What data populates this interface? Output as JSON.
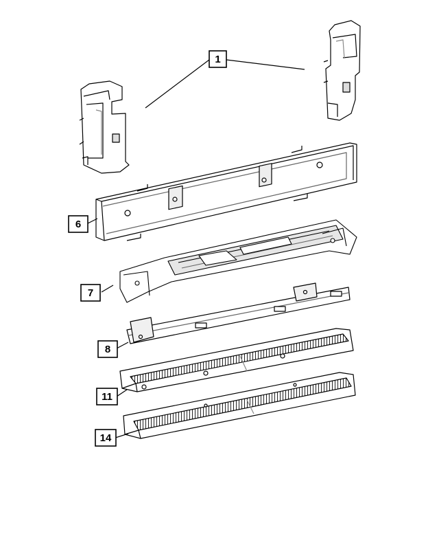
{
  "callouts": [
    {
      "label": "1"
    },
    {
      "label": "6"
    },
    {
      "label": "7"
    },
    {
      "label": "8"
    },
    {
      "label": "11"
    },
    {
      "label": "14"
    }
  ],
  "parts": [
    {
      "icon": "left-corner-bumper-icon"
    },
    {
      "icon": "right-corner-bumper-icon"
    },
    {
      "icon": "rear-bumper-beam-icon"
    },
    {
      "icon": "bumper-reinforcement-icon"
    },
    {
      "icon": "bumper-bracket-icon"
    },
    {
      "icon": "upper-step-pad-icon"
    },
    {
      "icon": "lower-step-pad-icon"
    }
  ],
  "colors": {
    "line": "#000000",
    "fill": "#ffffff",
    "shade": "#d8d8d8",
    "tread": "#333333"
  }
}
